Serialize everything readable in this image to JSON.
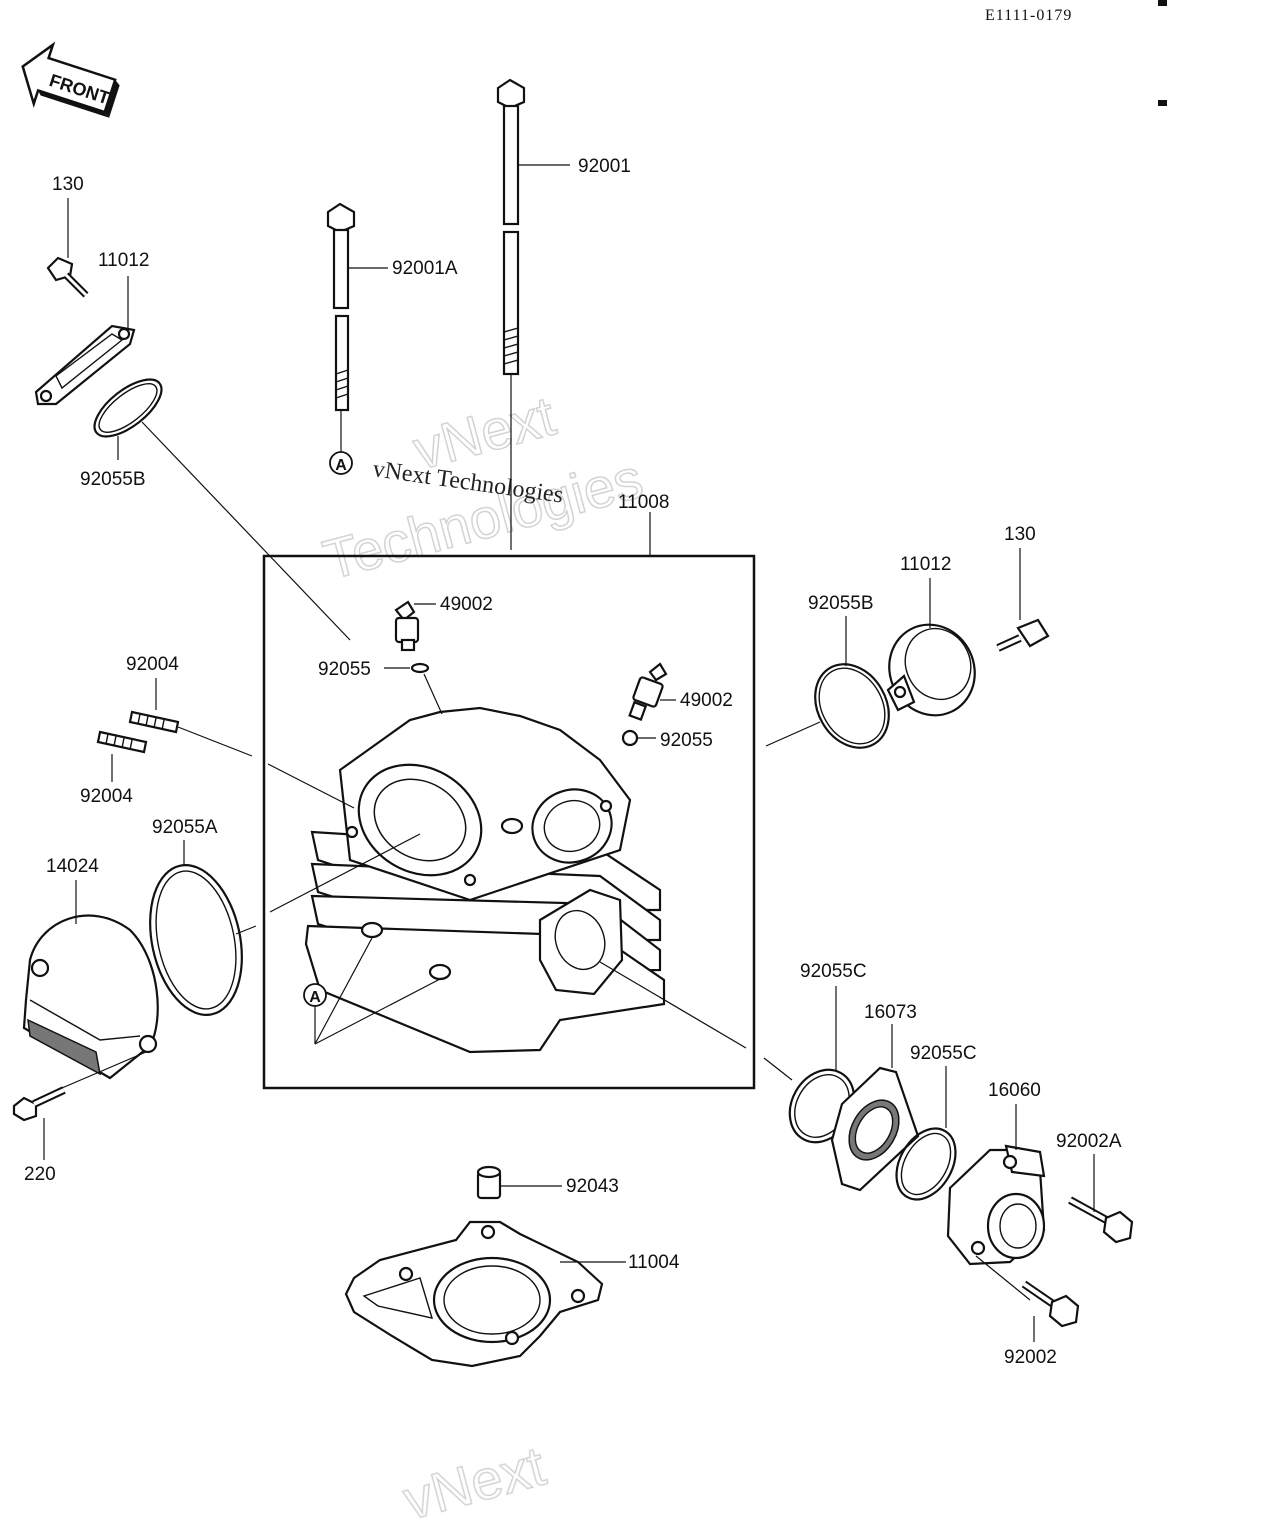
{
  "header": {
    "doc_code": "E1111-0179",
    "front_label": "FRONT"
  },
  "watermark": {
    "line1": "vNext",
    "line2": "Technologies",
    "caption": "vNext Technologies"
  },
  "reference_marker": "A",
  "parts": {
    "p130_left": "130",
    "p11012_left": "11012",
    "p92055B_left": "92055B",
    "p92001": "92001",
    "p92001A": "92001A",
    "p11008": "11008",
    "p49002_top": "49002",
    "p92055_top": "92055",
    "p49002_right": "49002",
    "p92055_right": "92055",
    "p92004_upper": "92004",
    "p92004_lower": "92004",
    "p92055A": "92055A",
    "p14024": "14024",
    "p220": "220",
    "p92055B_right": "92055B",
    "p11012_right": "11012",
    "p130_right": "130",
    "p92055C_left": "92055C",
    "p16073": "16073",
    "p92055C_right": "92055C",
    "p16060": "16060",
    "p92002A": "92002A",
    "p92002": "92002",
    "p92043": "92043",
    "p11004": "11004"
  }
}
